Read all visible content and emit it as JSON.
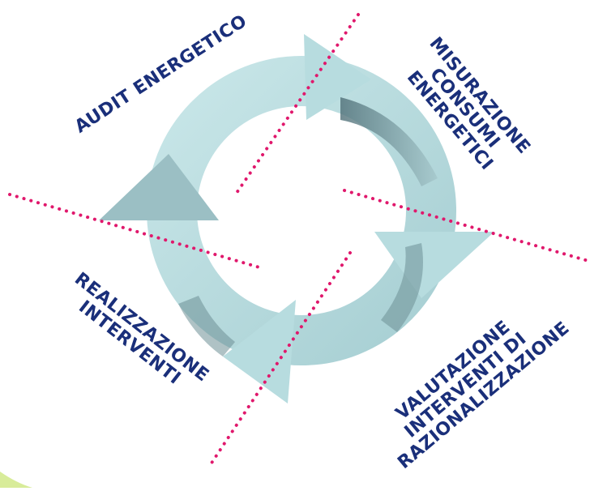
{
  "diagram": {
    "labels": {
      "audit": [
        "AUDIT ENERGETICO"
      ],
      "misurazione": [
        "MISURAZIONE",
        "CONSUMI",
        "ENERGETICI"
      ],
      "valutazione": [
        "VALUTAZIONE",
        "INTERVENTI DI",
        "RAZIONALIZZAZIONE"
      ],
      "realizzazione": [
        "REALIZZAZIONE",
        "INTERVENTI"
      ]
    },
    "colors": {
      "text": "#1a2f7a",
      "arrow_light": "#b7dcdf",
      "arrow_dark": "#6e8f95",
      "dotted_line": "#e0186c",
      "corner_accent": "#d8ec9a"
    }
  }
}
